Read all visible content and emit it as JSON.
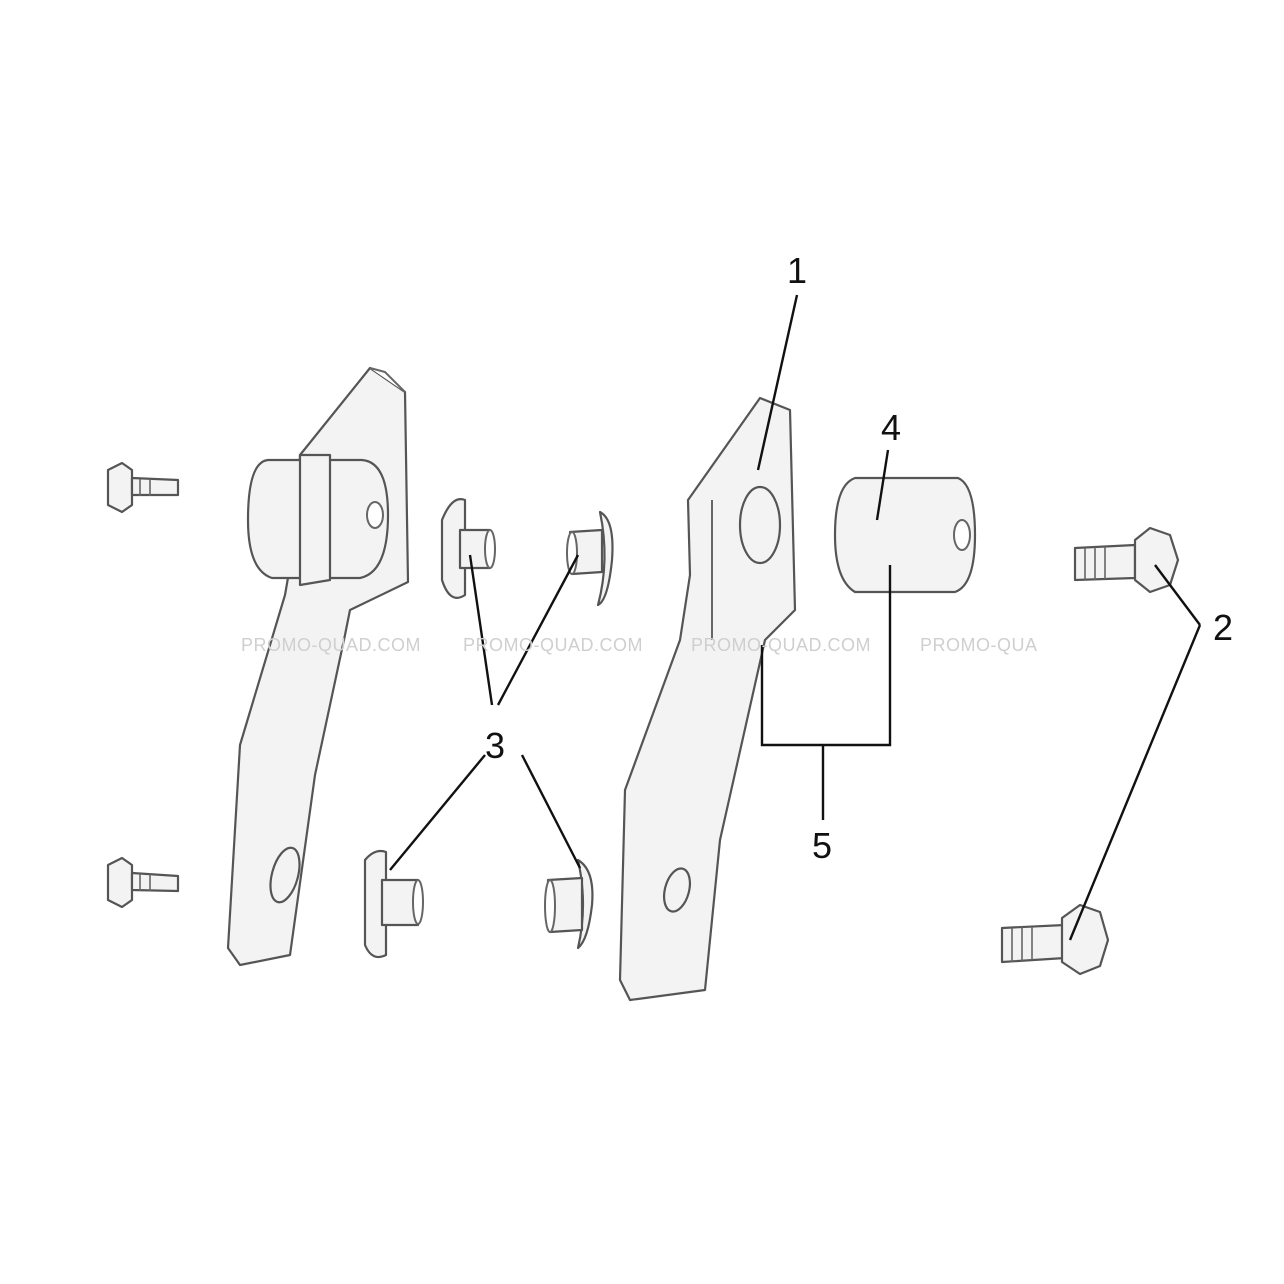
{
  "callouts": {
    "c1": "1",
    "c2": "2",
    "c3": "3",
    "c4": "4",
    "c5": "5"
  },
  "watermarks": {
    "w1": "PROMO-QUAD.COM",
    "w2": "PROMO-QUAD.COM",
    "w3": "PROMO-QUAD.COM",
    "w4": "PROMO-QUA"
  },
  "colors": {
    "line": "#555555",
    "leader": "#111111",
    "watermark": "#cfcfcf"
  }
}
